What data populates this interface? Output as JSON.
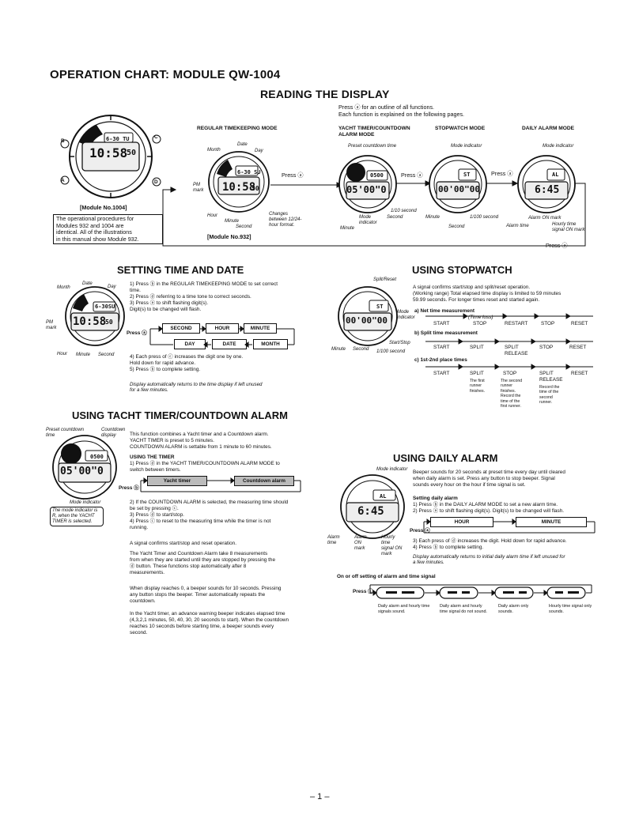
{
  "title": "OPERATION CHART: MODULE QW-1004",
  "reading": {
    "heading": "READING THE DISPLAY",
    "intro": "Press ⓐ for an outline of all functions.\nEach function is explained on the following pages.",
    "col_regular": "REGULAR TIMEKEEPING MODE",
    "col_yacht": "YACHT TIMER/COUNTDOWN\nALARM MODE",
    "col_stopwatch": "STOPWATCH MODE",
    "col_alarm": "DAILY ALARM MODE",
    "press_a": "Press ⓐ",
    "press_a_return": "Press ⓐ",
    "module_1004": "[Module No.1004]",
    "module_932": "[Module No.932]",
    "note": "The operational procedures for\nModules 932 and 1004 are\nidentical. All of the illustrations\nin this manual show Module 932.",
    "labels": {
      "month": "Month",
      "date": "Date",
      "day": "Day",
      "pm_mark": "PM\nmark",
      "hour": "Hour",
      "minute": "Minute",
      "second": "Second",
      "changes": "Changes\nbetween 12/24-\nhour format.",
      "preset": "Preset countdown time",
      "tenth": "1/10 second",
      "mode_ind": "Mode\nindicator",
      "second2": "Second",
      "minute2": "Minute",
      "mode_indicator_sw": "Mode indicator",
      "minute_sw": "Minute",
      "hundredth": "1/100 second",
      "second_sw": "Second",
      "mode_indicator_al": "Mode indicator",
      "alarm_on": "Alarm ON mark",
      "alarm_time": "Alarm time",
      "hourly": "Hourly time\nsignal ON mark"
    },
    "displays": {
      "big_top": "6-30 TU",
      "big_main": "10:58",
      "big_sec": "50",
      "reg_top": "6-30 SU",
      "reg_main": "10:58",
      "reg_sec": "50",
      "yacht_top": "0500",
      "yacht_main": "05'00\"0",
      "sw_top": "ST",
      "sw_main": "00'00\"00",
      "al_top": "AL",
      "al_main": "6:45"
    },
    "buttons": {
      "a": "A",
      "b": "B",
      "c": "C",
      "d": "D"
    }
  },
  "setting": {
    "heading": "SETTING TIME AND DATE",
    "steps": "1) Press ⓑ in the REGULAR TIMEKEEPING MODE to set correct\n    time.\n2) Press ⓓ referring to a time tone to correct seconds.\n3) Press ⓐ to shift flashing digit(s).\n    Digit(s) to be changed will flash.",
    "press": "Press ⓐ",
    "cycle_top": [
      "SECOND",
      "HOUR",
      "MINUTE"
    ],
    "cycle_bottom": [
      "DAY",
      "DATE",
      "MONTH"
    ],
    "steps2": "4) Each press of ⓒ increases the digit one by one.\n    Hold down for rapid advance.\n5) Press ⓑ to complete setting.",
    "note": "Display automatically returns to the time display if left unused\nfor a few minutes.",
    "labels": {
      "month": "Month",
      "date": "Date",
      "day": "Day",
      "pm": "PM\nmark",
      "hour": "Hour",
      "minute": "Minute",
      "second": "Second"
    },
    "display_top": "6-30SU",
    "display_main": "10:58",
    "display_sec": "50"
  },
  "stopwatch": {
    "heading": "USING STOPWATCH",
    "intro": "A signal confirms start/stop and split/reset operation.\n(Working range) Total elapsed time display is limited to 59 minutes\n59.99 seconds. For longer times reset and started again.",
    "a_title": "a) Net time measurement",
    "a_row": [
      "START",
      "STOP",
      "RESTART",
      "STOP",
      "RESET"
    ],
    "a_loss": "(Time loss)",
    "b_title": "b) Split time measurement",
    "b_row": [
      "START",
      "SPLIT",
      "SPLIT\nRELEASE",
      "STOP",
      "RESET"
    ],
    "c_title": "c) 1st-2nd place times",
    "c_row": [
      "START",
      "SPLIT",
      "STOP",
      "SPLIT\nRELEASE",
      "RESET"
    ],
    "c_notes": [
      "The first\nrunner\nfinishes.",
      "The second\nrunner\nfinishes.\nRecord the\ntime of the\nfirst runner.",
      "Record the\ntime of the\nsecond\nrunner."
    ],
    "labels": {
      "split_reset": "Split/Reset",
      "mode": "Mode\nindicator",
      "minute": "Minute",
      "second": "Second",
      "start_stop": "Start/Stop",
      "hundredth": "1/100 second"
    },
    "display_top": "ST",
    "display_main": "00'00\"00"
  },
  "yacht": {
    "heading": "USING TACHT TIMER/COUNTDOWN ALARM",
    "intro": "This function combines a Yacht timer and a Countdown alarm.\nYACHT TIMER is preset to 5 minutes.\nCOUNTDOWN ALARM is settable from 1 minute to 60 minutes.",
    "using_title": "USING THE TIMER",
    "step1": "1) Press ⓓ in the YACHT TIMER/COUNTDOWN ALARM MODE to\n    switch between timers.",
    "press": "Press ⓑ",
    "timer_a": "Yacht timer",
    "timer_b": "Countdown alarm",
    "steps": "2) If the COUNTDOWN ALARM is selected, the measuring time should\n    be set by pressing ⓒ.\n3) Press ⓓ to start/stop.\n4) Press ⓒ to reset to the measuring time while the timer is not\n    running.",
    "p1": "A signal confirms start/stop and reset operation.",
    "p2": "The Yacht Timer and Countdown Alarm take 8 measurements\nfrom when they are started until they are stopped by pressing the\nⓓ button. These functions stop automatically after 8\nmeasurements.",
    "p3": "When display reaches 0, a beeper sounds for 10 seconds. Pressing\nany button stops the beeper. Timer automatically repeats the\ncountdown.",
    "p4": "In the Yacht timer, an advance warning beeper indicates elapsed time\n(4,3,2,1 minutes, 50, 40, 30, 20 seconds to start). When the countdown\nreaches 10 seconds before starting time, a beeper sounds every\nsecond.",
    "labels": {
      "preset": "Preset countdown\ntime",
      "countdown": "Countdown\ndisplay",
      "mode": "Mode indicator",
      "note": "The mode indicator is\nR, when the YACHT\nTIMER is selected."
    },
    "display_top": "0500",
    "display_main": "05'00\"0"
  },
  "alarm": {
    "heading": "USING DAILY ALARM",
    "intro": "Beeper sounds for 20 seconds at preset time every day until cleared\nwhen daily alarm is set. Press any button to stop beeper. Signal\nsounds every hour on the hour if time signal is set.",
    "setting_title": "Setting daily alarm",
    "steps": "1) Press ⓑ in the DAILY ALARM MODE to set a new alarm time.\n2) Press ⓐ to shift flashing digit(s). Digit(s) to be changed will flash.",
    "press": "Press ⓐ",
    "cycle": [
      "HOUR",
      "MINUTE"
    ],
    "steps2": "3) Each press of ⓓ increases the digit. Hold down for rapid advance.\n4) Press ⓑ to complete setting.",
    "note": "Display automatically returns to initial daily alarm time if left unused for\na few minutes.",
    "onoff_title": "On or off setting of alarm and time signal",
    "onoff_press": "Press ⓒ",
    "onoff_captions": [
      "Daily alarm and hourly time\nsignals sound.",
      "Daily alarm and hourly\ntime signal do not sound.",
      "Daily alarm only\nsounds.",
      "Hourly time signal only\nsounds."
    ],
    "labels": {
      "mode": "Mode indicator",
      "alarm_time": "Alarm\ntime",
      "alarm_on": "Alarm\nON\nmark",
      "hourly": "Hourly\ntime\nsignal ON\nmark"
    },
    "display_top": "AL",
    "display_main": "6:45"
  },
  "page_number": "– 1 –"
}
